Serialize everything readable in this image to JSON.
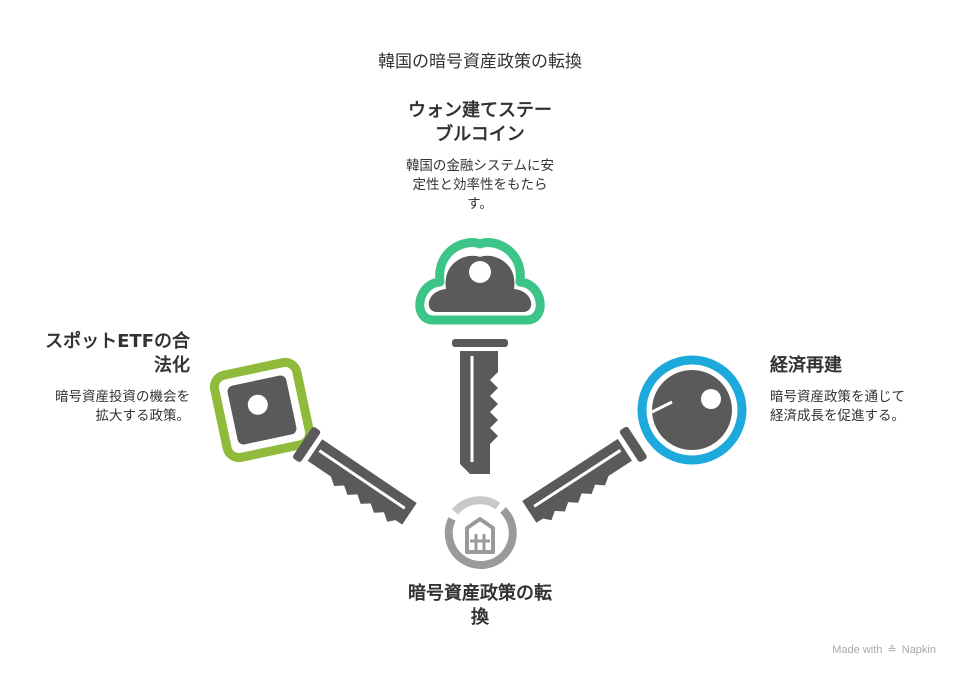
{
  "title": "韓国の暗号資産政策の転換",
  "top": {
    "heading_line1": "ウォン建てステー",
    "heading_line2": "ブルコイン",
    "desc_line1": "韓国の金融システムに安",
    "desc_line2": "定性と効率性をもたら",
    "desc_line3": "す。",
    "color": "#3cc489"
  },
  "left": {
    "heading_line1": "スポットETFの合",
    "heading_line2": "法化",
    "desc_line1": "暗号資産投資の機会を",
    "desc_line2": "拡大する政策。",
    "color": "#8fba3a"
  },
  "right": {
    "heading": "経済再建",
    "desc_line1": "暗号資産政策を通じて",
    "desc_line2": "経済成長を促進する。",
    "color": "#1ea9dc"
  },
  "center": {
    "heading_line1": "暗号資産政策の転",
    "heading_line2": "換",
    "icon": "bank-building-icon"
  },
  "footer": {
    "made_with": "Made with",
    "brand": "Napkin"
  }
}
